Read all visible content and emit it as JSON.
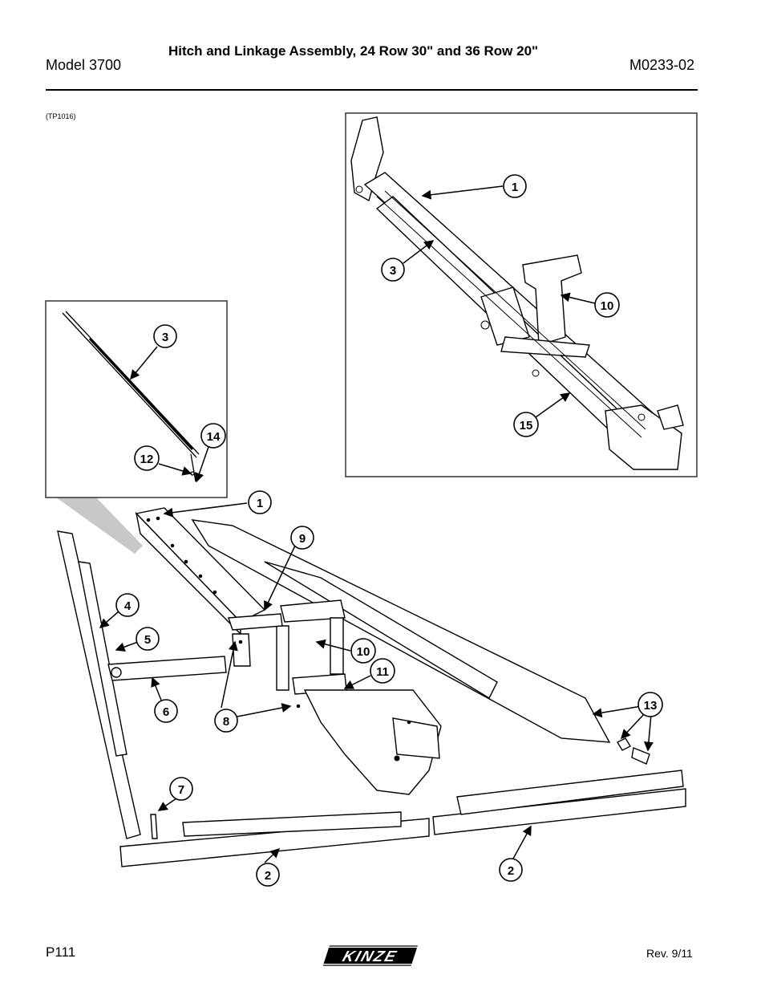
{
  "header": {
    "title": "Hitch and Linkage Assembly, 24 Row 30\" and 36 Row 20\"",
    "model": "Model 3700",
    "doc_number": "M0233-02"
  },
  "figure_ref": "(TP1016)",
  "callouts": {
    "top_detail": [
      "1",
      "3",
      "10",
      "15"
    ],
    "left_detail": [
      "3",
      "14",
      "12"
    ],
    "main": [
      "1",
      "9",
      "4",
      "5",
      "10",
      "11",
      "6",
      "8",
      "13",
      "7",
      "2",
      "2"
    ]
  },
  "footer": {
    "page": "P111",
    "logo": "KINZE",
    "revision": "Rev. 9/11"
  }
}
